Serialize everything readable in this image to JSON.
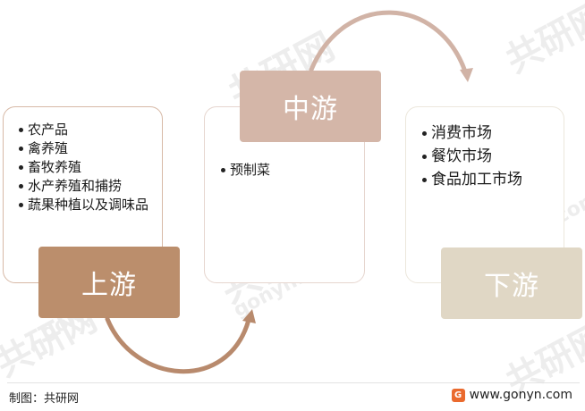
{
  "upstream": {
    "label": "上游",
    "items": [
      "农产品",
      "禽养殖",
      "畜牧养殖",
      "水产养殖和捕捞",
      "蔬果种植以及调味品"
    ]
  },
  "midstream": {
    "label": "中游",
    "items": [
      "预制菜"
    ]
  },
  "downstream": {
    "label": "下游",
    "items": [
      "消费市场",
      "餐饮市场",
      "食品加工市场"
    ]
  },
  "footer": {
    "source": "制图：共研网",
    "website": "www.gonyn.com",
    "logo_letter": "G"
  },
  "watermark": {
    "cn": "共研网",
    "en": "gonyn.com"
  },
  "colors": {
    "upstream": "#bb8e6c",
    "midstream": "#d4b6a8",
    "downstream": "#e0d7c5",
    "arrow_lower": "#b88a6d",
    "arrow_upper": "#d1b3a6"
  }
}
